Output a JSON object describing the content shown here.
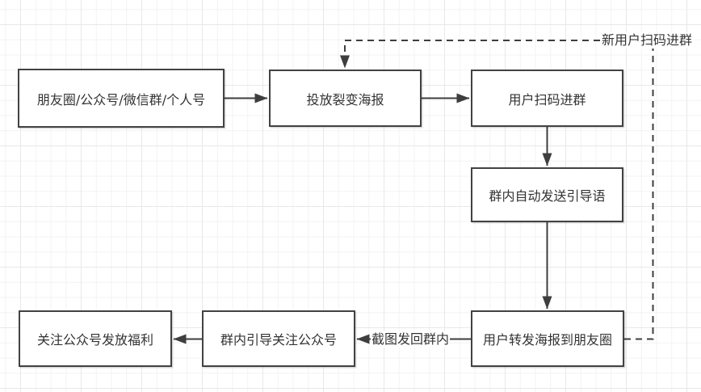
{
  "diagram": {
    "type": "flowchart",
    "nodes": [
      {
        "id": "channels",
        "label": "朋友圈/公众号/微信群/个人号"
      },
      {
        "id": "post-poster",
        "label": "投放裂变海报"
      },
      {
        "id": "scan-join",
        "label": "用户扫码进群"
      },
      {
        "id": "auto-guide",
        "label": "群内自动发送引导语"
      },
      {
        "id": "forward-poster",
        "label": "用户转发海报到朋友圈"
      },
      {
        "id": "guide-follow",
        "label": "群内引导关注公众号"
      },
      {
        "id": "follow-reward",
        "label": "关注公众号发放福利"
      }
    ],
    "edges": [
      {
        "from": "channels",
        "to": "post-poster",
        "style": "solid",
        "label": ""
      },
      {
        "from": "post-poster",
        "to": "scan-join",
        "style": "solid",
        "label": ""
      },
      {
        "from": "scan-join",
        "to": "auto-guide",
        "style": "solid",
        "label": ""
      },
      {
        "from": "auto-guide",
        "to": "forward-poster",
        "style": "solid",
        "label": ""
      },
      {
        "from": "forward-poster",
        "to": "guide-follow",
        "style": "solid",
        "label": "截图发回群内"
      },
      {
        "from": "guide-follow",
        "to": "follow-reward",
        "style": "solid",
        "label": ""
      },
      {
        "from": "forward-poster",
        "to": "post-poster",
        "style": "dashed",
        "label": "新用户扫码进群"
      }
    ],
    "edge_labels": {
      "screenshot_back": "截图发回群内",
      "new_user_scan": "新用户扫码进群"
    },
    "colors": {
      "line": "#3e3e3e",
      "node_border": "#424242",
      "text": "#333333",
      "background": "#ffffff",
      "grid_minor": "#f3f3f3",
      "grid_major": "#e8e8e8"
    }
  }
}
